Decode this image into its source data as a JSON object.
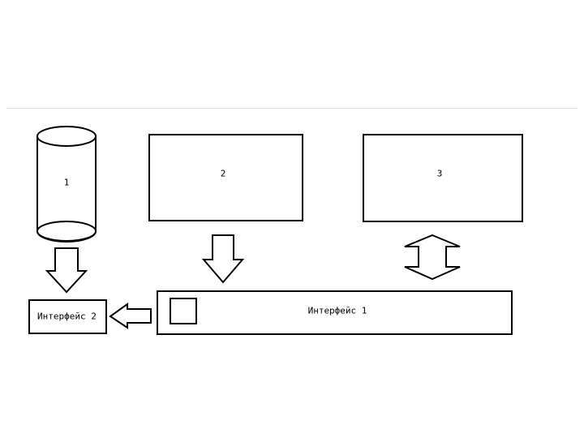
{
  "diagram": {
    "cylinder_label": "1",
    "box2_label": "2",
    "box3_label": "3",
    "interface1_label": "Интерфейс 1",
    "interface2_label": "Интерфейс 2"
  },
  "colors": {
    "stroke": "#000000",
    "fill": "#ffffff",
    "divider": "#e3e3e3"
  }
}
